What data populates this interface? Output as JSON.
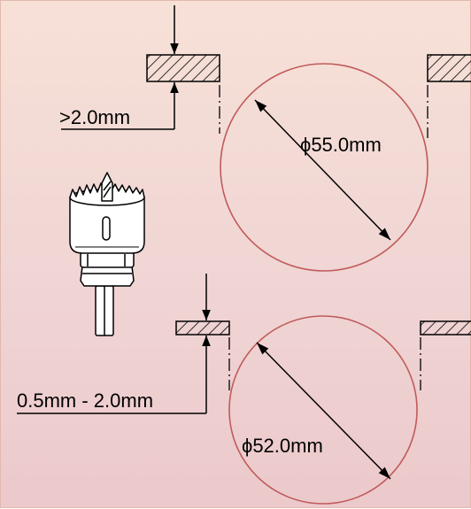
{
  "labels": {
    "thickness_large": ">2.0mm",
    "diameter_large": "ϕ55.0mm",
    "thickness_small": "0.5mm - 2.0mm",
    "diameter_small": "ϕ52.0mm"
  },
  "colors": {
    "circle_stroke": "#c05a5a",
    "line": "#000000"
  }
}
